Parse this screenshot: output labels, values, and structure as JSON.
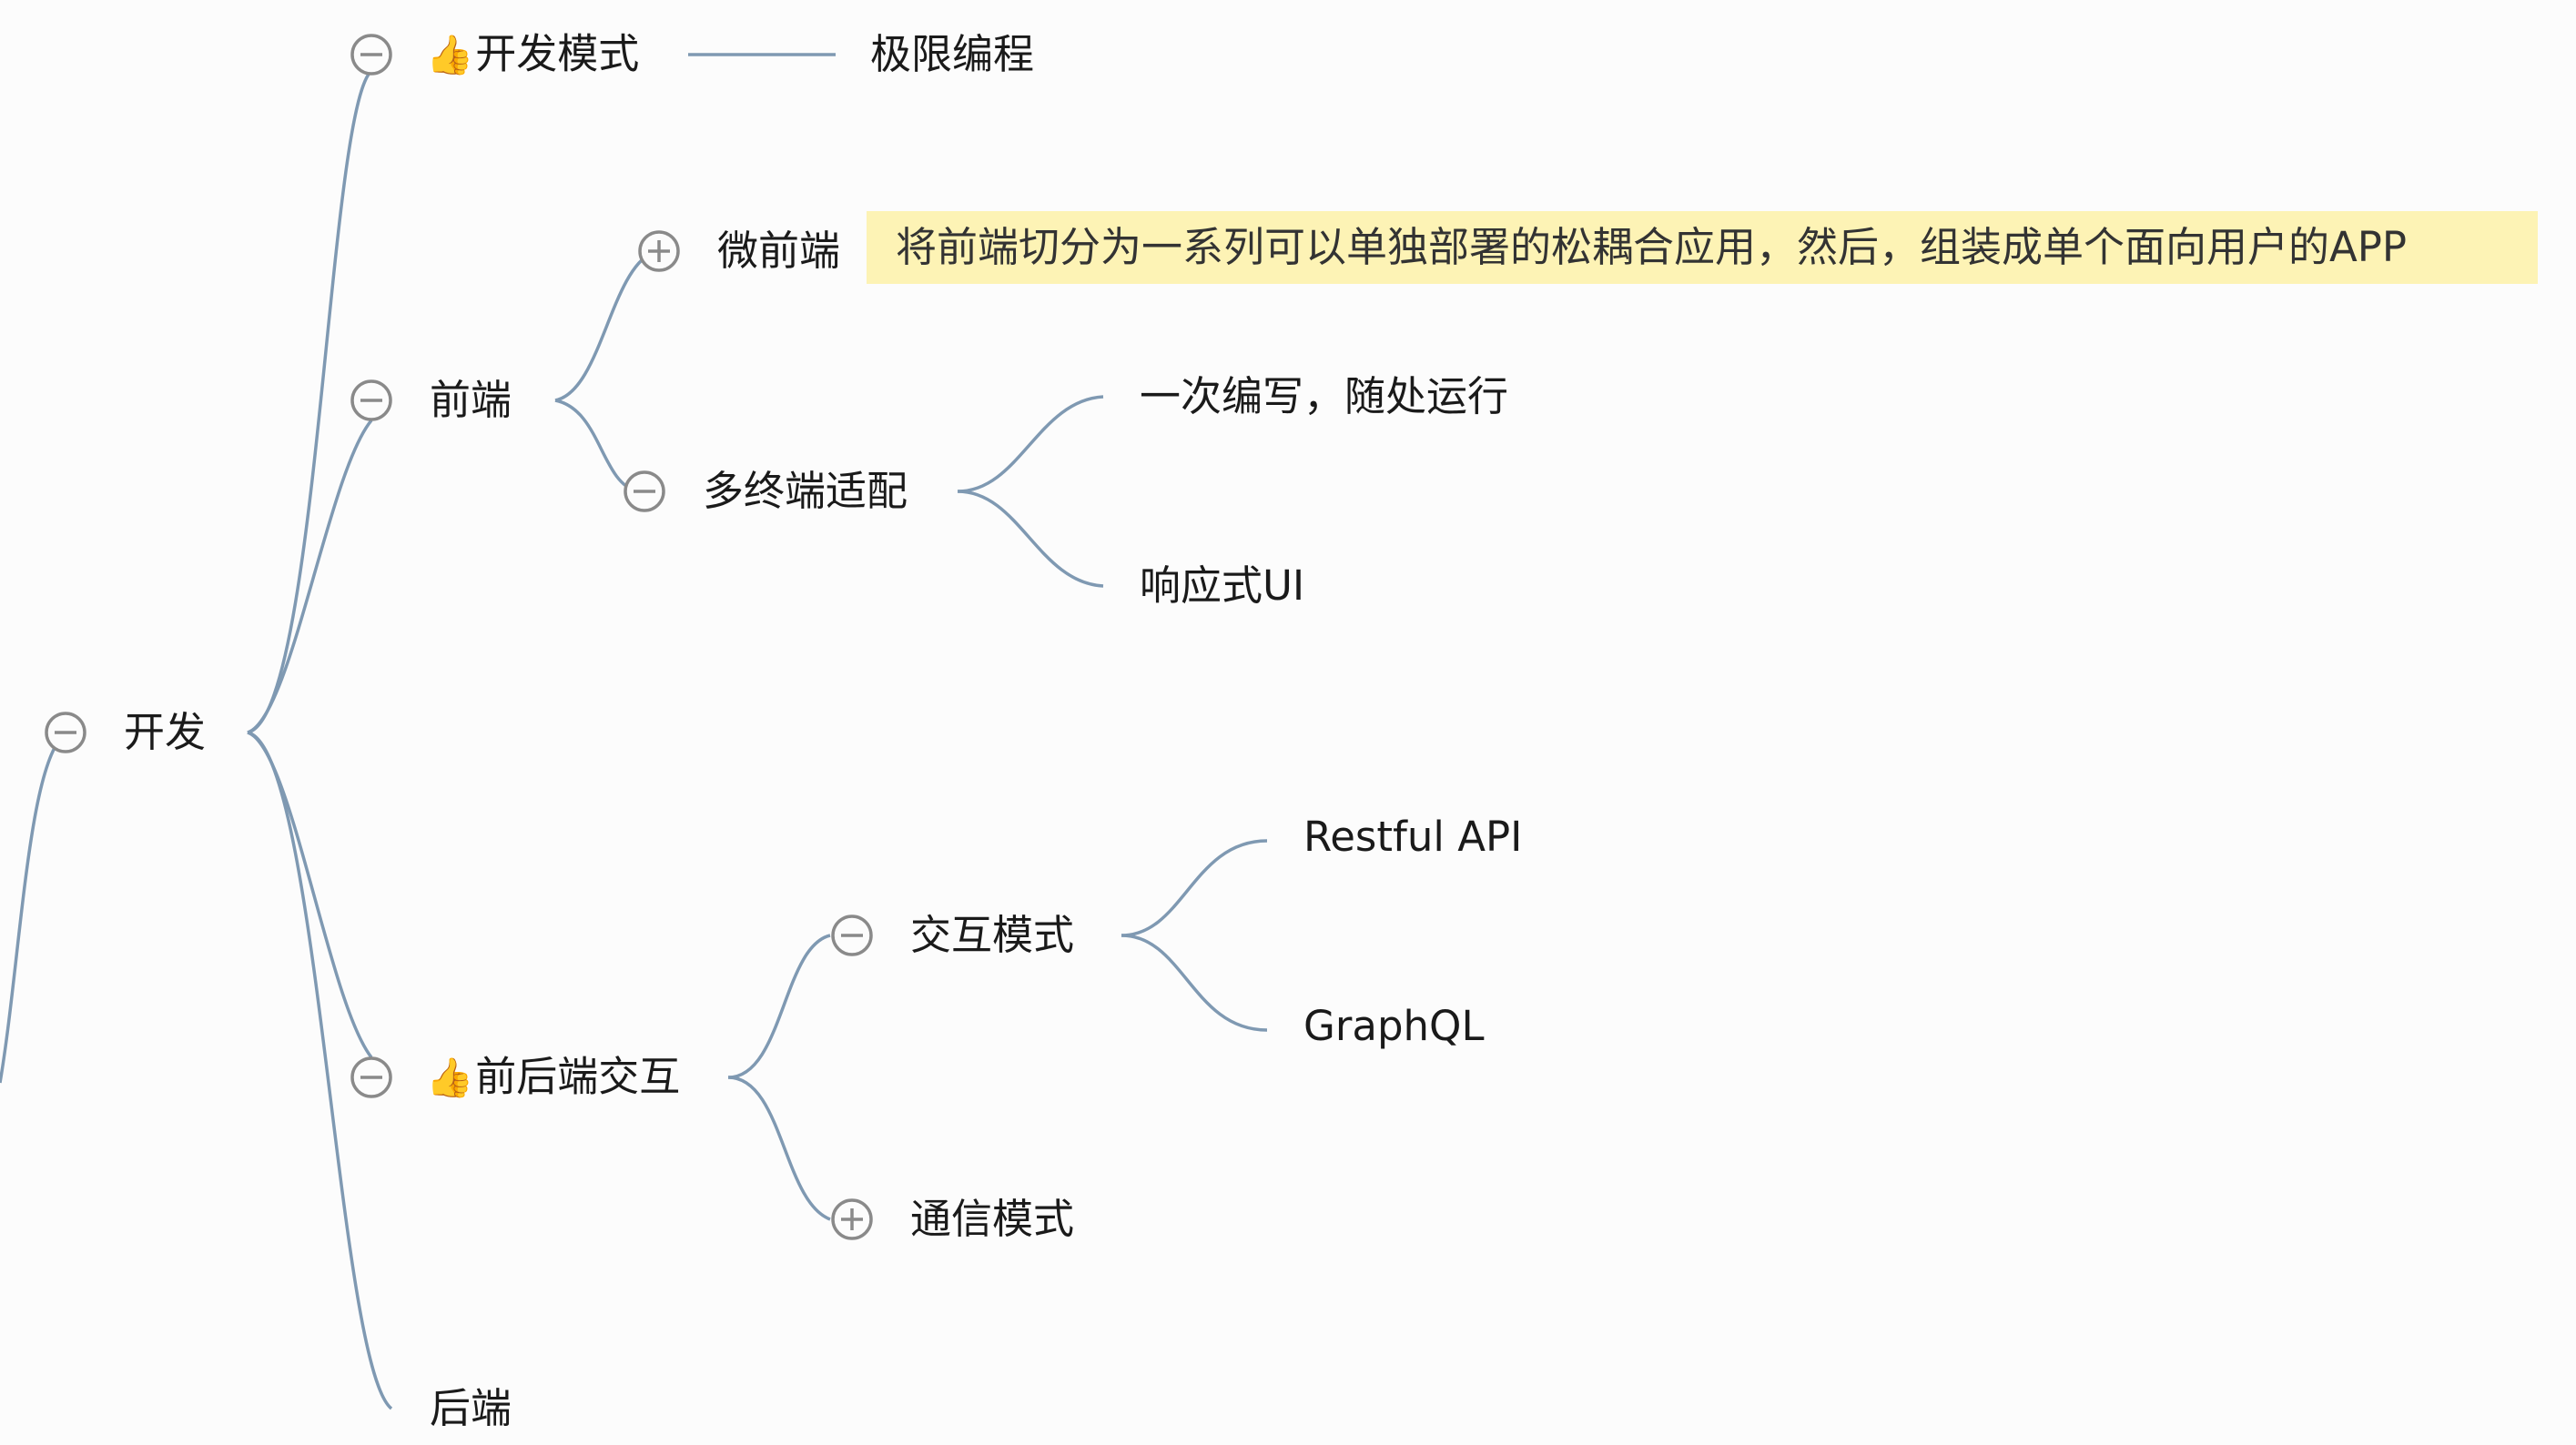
{
  "colors": {
    "edge": "#7f99b2",
    "toggle_stroke": "#8a8a8a",
    "note_background": "#fdf3b5"
  },
  "root": {
    "label": "开发",
    "toggle": "collapse-icon"
  },
  "nodes": {
    "dev_mode": {
      "emoji": "👍",
      "label": "开发模式",
      "toggle": "collapse-icon"
    },
    "extreme_programming": {
      "label": "极限编程"
    },
    "frontend": {
      "label": "前端",
      "toggle": "collapse-icon"
    },
    "micro_frontend": {
      "label": "微前端",
      "toggle": "expand-icon",
      "note": "将前端切分为一系列可以单独部署的松耦合应用，然后，组装成单个面向用户的APP"
    },
    "multi_terminal": {
      "label": "多终端适配",
      "toggle": "collapse-icon"
    },
    "write_once": {
      "label": "一次编写，随处运行"
    },
    "responsive_ui": {
      "label": "响应式UI"
    },
    "fe_be_interaction": {
      "emoji": "👍",
      "label": "前后端交互",
      "toggle": "collapse-icon"
    },
    "interaction_mode": {
      "label": "交互模式",
      "toggle": "collapse-icon"
    },
    "restful_api": {
      "label": "Restful API"
    },
    "graphql": {
      "label": "GraphQL"
    },
    "communication_mode": {
      "label": "通信模式",
      "toggle": "expand-icon"
    },
    "backend": {
      "label": "后端"
    }
  }
}
